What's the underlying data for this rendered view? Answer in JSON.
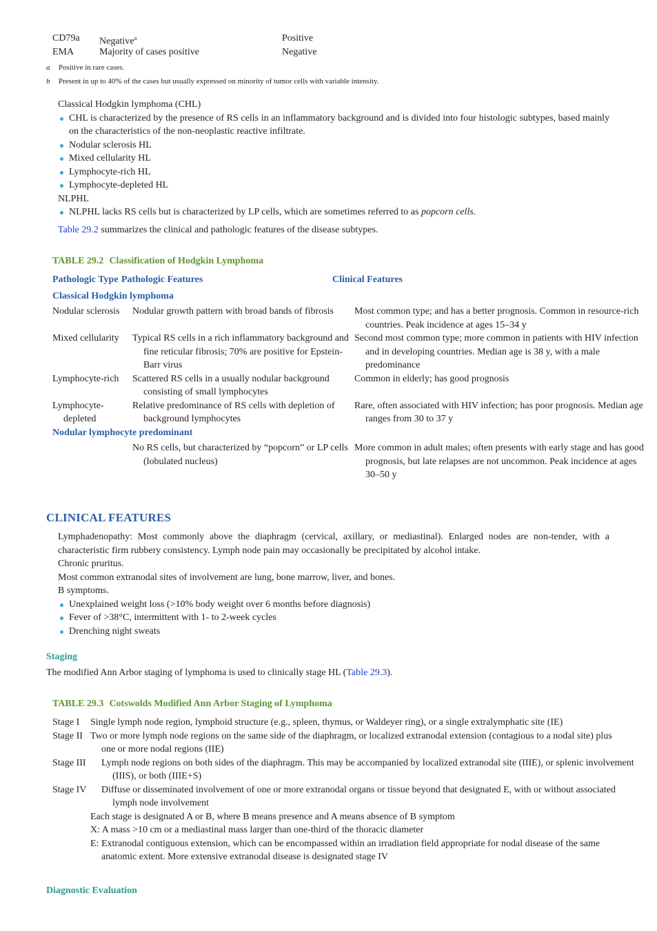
{
  "top_table": {
    "rows": [
      {
        "marker": "CD79a",
        "chl": "Negative",
        "chl_sup": "a",
        "nlphl": "Positive"
      },
      {
        "marker": "EMA",
        "chl": "Majority of cases positive",
        "chl_sup": "",
        "nlphl": "Negative"
      }
    ],
    "footnotes": [
      {
        "label": "a",
        "text": "Positive in rare cases."
      },
      {
        "label": "b",
        "text": "Present in up to 40% of the cases but usually expressed on minority of tumor cells with variable intensity."
      }
    ]
  },
  "intro": {
    "chl_heading": "Classical Hodgkin lymphoma (CHL)",
    "chl_bullets": [
      "CHL is characterized by the presence of RS cells in an inflammatory background and is divided into four histologic subtypes, based mainly on the characteristics of the non-neoplastic reactive infiltrate.",
      "Nodular sclerosis HL",
      "Mixed cellularity HL",
      "Lymphocyte-rich HL",
      "Lymphocyte-depleted HL"
    ],
    "nlphl_heading": "NLPHL",
    "nlphl_bullet_prefix": "NLPHL lacks RS cells but is characterized by LP cells, which are sometimes referred to as ",
    "nlphl_bullet_italic": "popcorn cells",
    "nlphl_bullet_suffix": ".",
    "summary_link": "Table 29.2",
    "summary_rest": " summarizes the clinical and pathologic features of the disease subtypes."
  },
  "table2": {
    "number": "TABLE 29.2",
    "title": "Classification of Hodgkin Lymphoma",
    "headers": [
      "Pathologic Type",
      "Pathologic Features",
      "Clinical Features"
    ],
    "group1": "Classical Hodgkin lymphoma",
    "rows": [
      {
        "type": "Nodular sclerosis",
        "path": "Nodular growth pattern with broad bands of fibrosis",
        "clin": "Most common type; and has a better prognosis. Common in resource-rich countries. Peak incidence at ages 15–34 y"
      },
      {
        "type": "Mixed cellularity",
        "path": "Typical RS cells in a rich inflammatory background and fine reticular fibrosis; 70% are positive for Epstein-Barr virus",
        "clin": "Second most common type; more common in patients with HIV infection and in developing countries. Median age is 38 y, with a male predominance"
      },
      {
        "type": "Lymphocyte-rich",
        "path": "Scattered RS cells in a usually nodular background consisting of small lymphocytes",
        "clin": "Common in elderly; has good prognosis"
      },
      {
        "type": "Lymphocyte-depleted",
        "path": "Relative predominance of RS cells with depletion of background lymphocytes",
        "clin": "Rare, often associated with HIV infection; has poor prognosis. Median age ranges from 30 to 37 y"
      }
    ],
    "group2": "Nodular lymphocyte predominant",
    "row_nlp": {
      "type": "",
      "path": "No RS cells, but characterized by “popcorn” or LP cells (lobulated nucleus)",
      "clin": "More common in adult males; often presents with early stage and has good prognosis, but late relapses are not uncommon. Peak incidence at ages 30–50 y"
    }
  },
  "clinical": {
    "heading": "CLINICAL FEATURES",
    "lines": [
      "Lymphadenopathy: Most commonly above the diaphragm (cervical, axillary, or mediastinal). Enlarged nodes are non-tender, with a characteristic firm rubbery consistency. Lymph node pain may occasionally be precipitated by alcohol intake.",
      "Chronic pruritus.",
      "Most common extranodal sites of involvement are lung, bone marrow, liver, and bones.",
      "B symptoms."
    ],
    "b_symptoms": [
      "Unexplained weight loss (>10% body weight over 6 months before diagnosis)",
      "Fever of >38°C, intermittent with 1- to 2-week cycles",
      "Drenching night sweats"
    ]
  },
  "staging": {
    "heading": "Staging",
    "text_before": "The modified Ann Arbor staging of lymphoma is used to clinically stage HL (",
    "link": "Table 29.3",
    "text_after": ")."
  },
  "table3": {
    "number": "TABLE 29.3",
    "title": "Cotswolds Modified Ann Arbor Staging of Lymphoma",
    "rows": [
      {
        "stage": "Stage I",
        "desc": "Single lymph node region, lymphoid structure (e.g., spleen, thymus, or Waldeyer ring), or a single extralymphatic site (IE)"
      },
      {
        "stage": "Stage II",
        "desc": "Two or more lymph node regions on the same side of the diaphragm, or localized extranodal extension (contagious to a nodal site) plus one or more nodal regions (IIE)"
      },
      {
        "stage": "Stage III",
        "desc": "Lymph node regions on both sides of the diaphragm. This may be accompanied by localized extranodal site (IIIE), or splenic involvement (IIIS), or both (IIIE+S)"
      },
      {
        "stage": "Stage IV",
        "desc": "Diffuse or disseminated involvement of one or more extranodal organs or tissue beyond that designated E, with or without associated lymph node involvement"
      }
    ],
    "notes": [
      "Each stage is designated A or B, where B means presence and A means absence of B symptom",
      "X: A mass >10 cm or a mediastinal mass larger than one-third of the thoracic diameter",
      "E: Extranodal contiguous extension, which can be encompassed within an irradiation field appropriate for nodal disease of the same anatomic extent. More extensive extranodal disease is designated stage IV"
    ]
  },
  "diagnostic": {
    "heading": "Diagnostic Evaluation"
  }
}
